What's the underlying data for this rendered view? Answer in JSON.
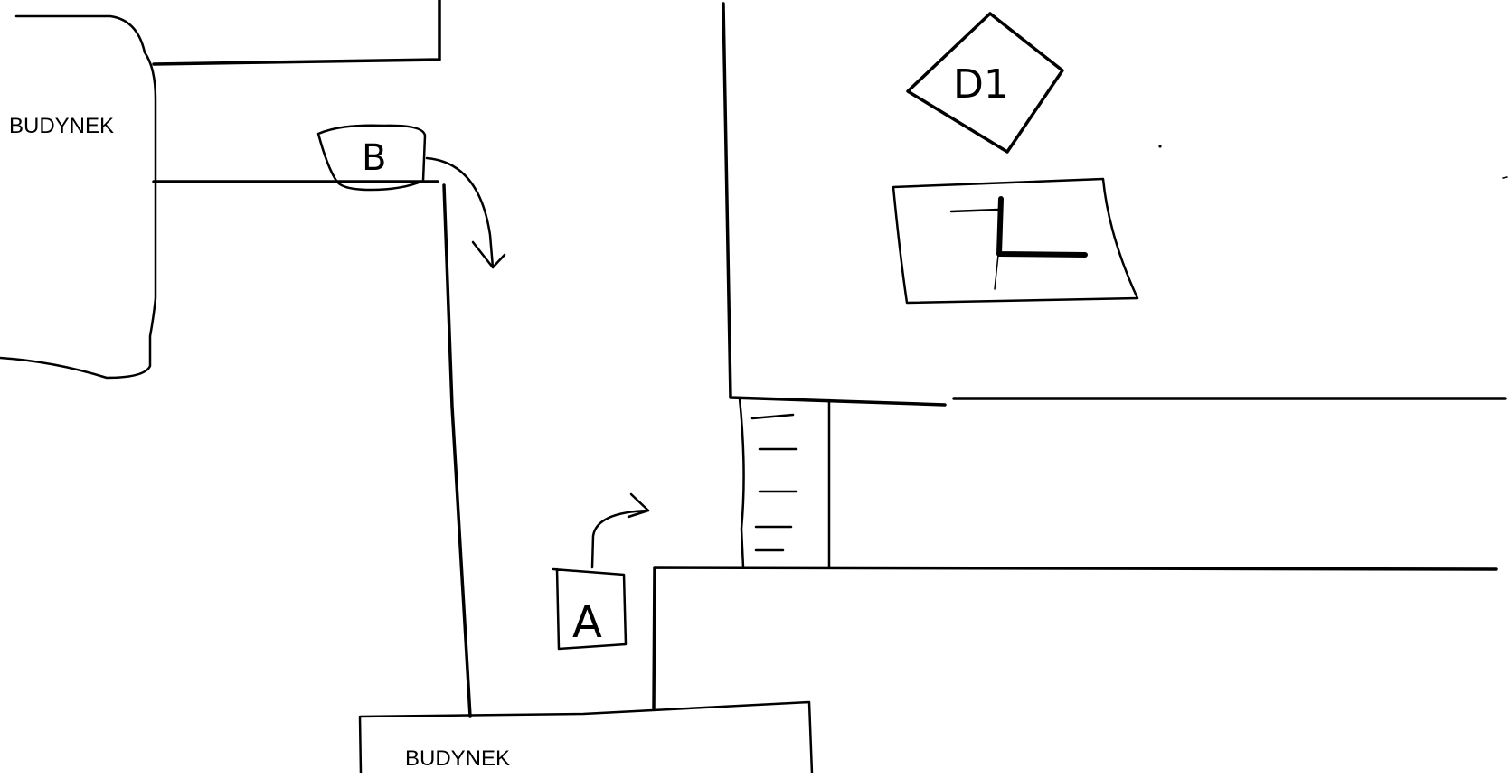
{
  "labels": {
    "building_top_left": "BUDYNEK",
    "building_bottom": "BUDYNEK",
    "car_b": "B",
    "car_a": "A",
    "sign": "D1"
  },
  "colors": {
    "ink": "#000000",
    "background": "#ffffff"
  }
}
